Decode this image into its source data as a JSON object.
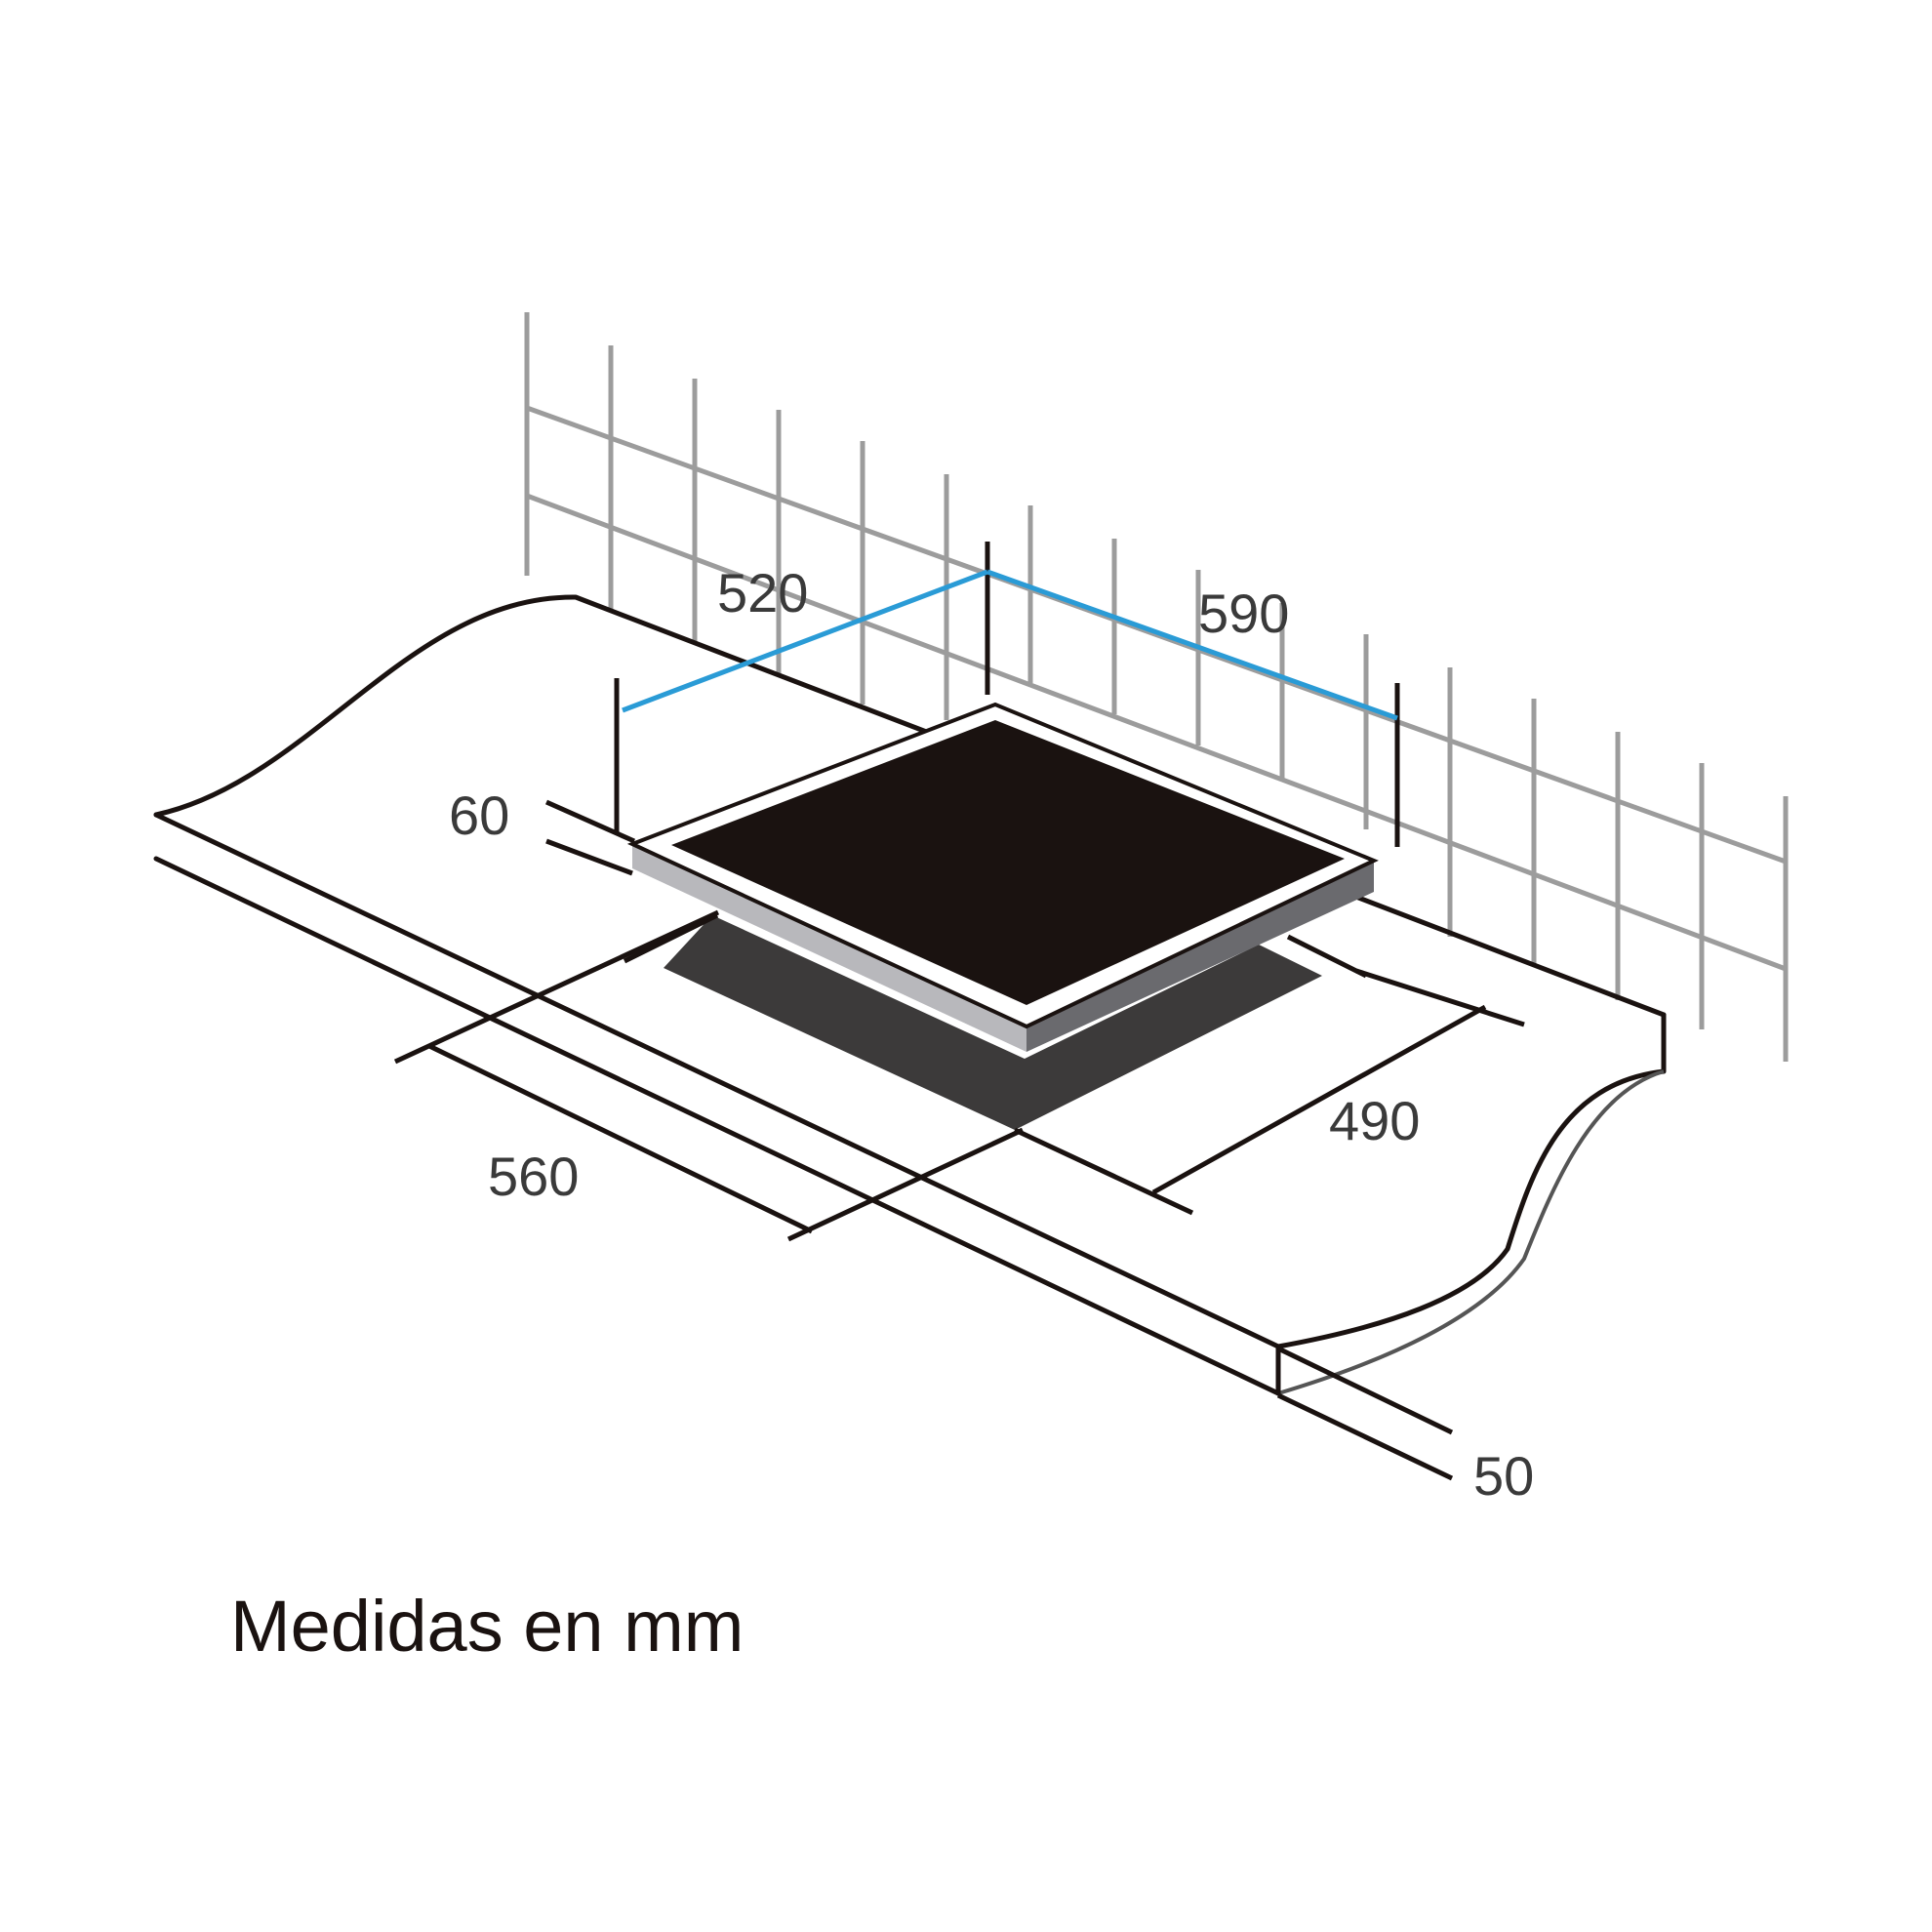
{
  "dimensions": {
    "depth": "520",
    "width": "590",
    "height": "60",
    "cutout_width": "560",
    "cutout_depth": "490",
    "counter_thickness": "50"
  },
  "caption": "Medidas en mm",
  "colors": {
    "accent_blue": "#2a9bd6",
    "glass": "#1a1210",
    "frame_light": "#b8b8bc",
    "frame_dark": "#6a6a6e",
    "cutout": "#3c3a3a",
    "tile_grid": "#9c9c9c"
  }
}
